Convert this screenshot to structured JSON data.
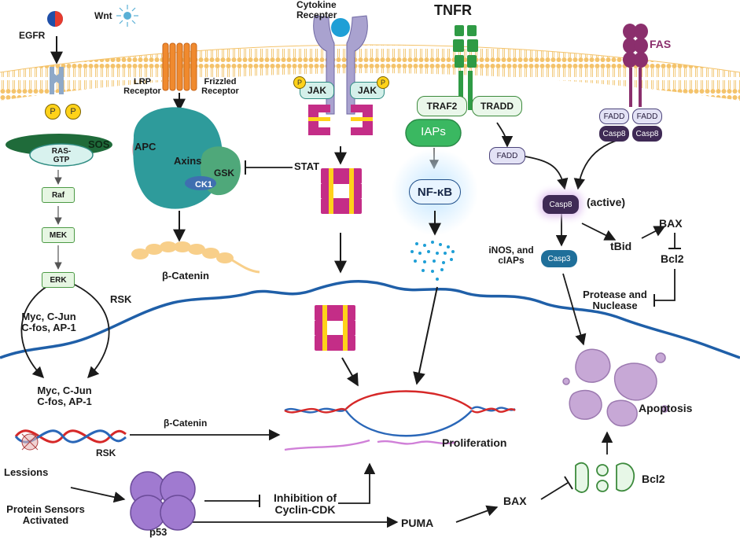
{
  "receptors": {
    "egfr": "EGFR",
    "wnt": "Wnt",
    "lrp": "LRP\nReceptor",
    "frizzled": "Frizzled\nReceptor",
    "cytokine": "Cytokine\nRecepter",
    "tnfr": "TNFR",
    "fas": "FAS"
  },
  "egfr_pathway": {
    "phospho": "P",
    "sos": "SOS",
    "ras": "RAS-\nGTP",
    "raf": "Raf",
    "mek": "MEK",
    "erk": "ERK",
    "rsk": "RSK",
    "tf_cyto": "Myc, C-Jun\nC-fos, AP-1",
    "tf_nucleus": "Myc, C-Jun\nC-fos, AP-1",
    "rsk_nucleus": "RSK",
    "lessions": "Lessions",
    "protein_sensors": "Protein Sensors\nActivated",
    "p53": "p53"
  },
  "wnt_pathway": {
    "apc": "APC",
    "axins": "Axins",
    "gsk": "GSK",
    "ck1": "CK1",
    "beta_catenin_cyto": "β-Catenin",
    "beta_catenin_nucleus": "β-Catenin"
  },
  "jak_stat": {
    "jak_left": "JAK",
    "jak_right": "JAK",
    "stat": "STAT"
  },
  "tnfr_pathway": {
    "traf2": "TRAF2",
    "tradd": "TRADD",
    "iaps": "IAPs",
    "fadd": "FADD",
    "nfkb": "NF-κB",
    "inos": "iNOS, and\ncIAPs"
  },
  "fas_pathway": {
    "fadd_left": "FADD",
    "fadd_right": "FADD",
    "casp8_left": "Casp8",
    "casp8_right": "Casp8",
    "casp8_active": "Casp8",
    "active": "(active)",
    "casp3": "Casp3",
    "tbid": "tBid",
    "bax": "BAX",
    "bcl2": "Bcl2",
    "protease": "Protease and\nNuclease"
  },
  "nucleus": {
    "proliferation": "Proliferation",
    "inhibition": "Inhibition of\nCyclin-CDK",
    "puma": "PUMA",
    "bax": "BAX",
    "bcl2": "Bcl2",
    "apoptosis": "Apoptosis"
  },
  "colors": {
    "membrane": "#f4c36b",
    "dna_outer": "#2a67b8",
    "dna_red": "#d62828",
    "stat": "#c42d87",
    "gsk": "#4fa87a",
    "axin": "#2e8b8b",
    "apoptotic": "#b99ac9",
    "fas": "#8b2f6d"
  }
}
